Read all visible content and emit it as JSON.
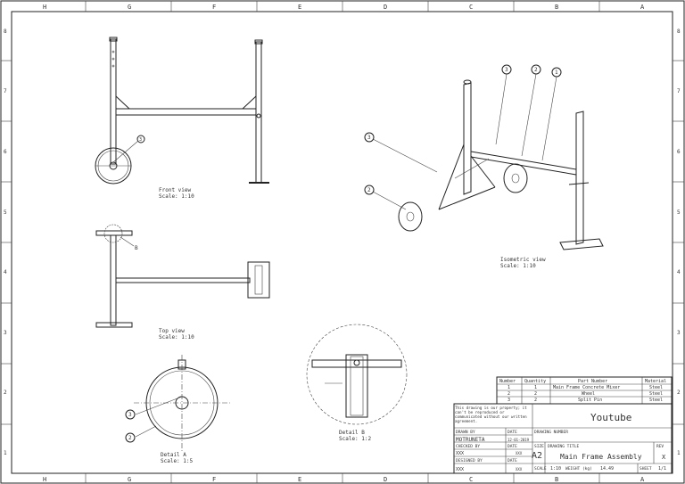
{
  "border": {
    "columns": [
      "H",
      "G",
      "F",
      "E",
      "D",
      "C",
      "B",
      "A"
    ],
    "rows": [
      "8",
      "7",
      "6",
      "5",
      "4",
      "3",
      "2",
      "1"
    ]
  },
  "views": {
    "front": {
      "title": "Front view",
      "scale": "Scale: 1:10",
      "balloon": "3"
    },
    "top": {
      "title": "Top view",
      "scale": "Scale: 1:10",
      "detail_ref": "B"
    },
    "isometric": {
      "title": "Isometric view",
      "scale": "Scale: 1:10",
      "balloons": [
        "3",
        "2",
        "1",
        "3",
        "2"
      ]
    },
    "detail_a": {
      "title": "Detail A",
      "scale": "Scale: 1:5",
      "balloons": [
        "3",
        "2"
      ]
    },
    "detail_b": {
      "title": "Detail B",
      "scale": "Scale: 1:2"
    }
  },
  "bom": {
    "headers": [
      "Number",
      "Quantity",
      "Part Number",
      "Material"
    ],
    "rows": [
      [
        "1",
        "1",
        "Main Frame Concrete Mixer",
        "Steel"
      ],
      [
        "2",
        "2",
        "Wheel",
        "Steel"
      ],
      [
        "3",
        "2",
        "Split Pin",
        "Steel"
      ]
    ]
  },
  "title_block": {
    "notice": "This drawing is our property; it can't be reproduced or communicated without our written agreement.",
    "company": "Youtube",
    "drawn_by_label": "DRAWN BY",
    "date_label": "DATE",
    "drawn_by": "MOTRUNETA",
    "drawn_date": "12-01-2019",
    "checked_by_label": "CHECKED BY",
    "checked_by": "XXX",
    "checked_date": "XXX",
    "designed_by_label": "DESIGNED BY",
    "designed_by": "XXX",
    "designed_date": "XXX",
    "size_label": "SIZE",
    "size": "A2",
    "drawing_number_label": "DRAWING NUMBER",
    "drawing_title_label": "DRAWING TITLE",
    "drawing_title": "Main Frame Assembly",
    "rev_label": "REV",
    "rev": "X",
    "scale_label": "SCALE",
    "scale": "1:10",
    "weight_label": "WEIGHT (kg)",
    "weight": "14.49",
    "sheet_label": "SHEET",
    "sheet": "1/1"
  }
}
